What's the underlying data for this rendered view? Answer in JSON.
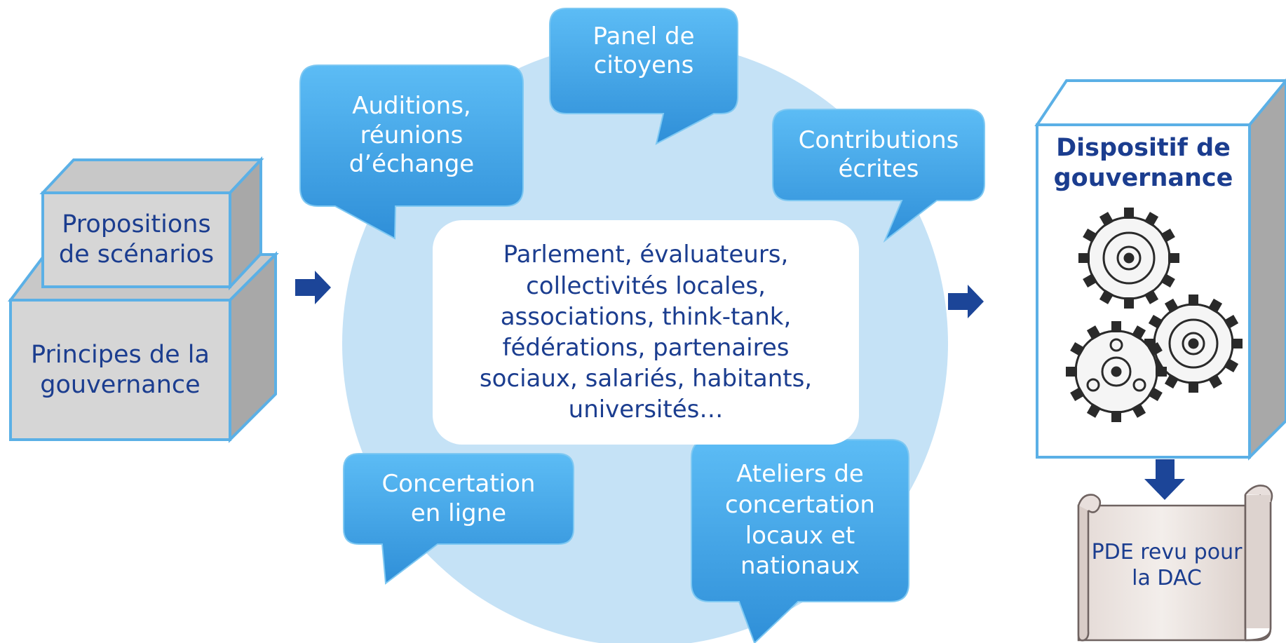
{
  "colors": {
    "circle": "#c5e2f6",
    "bubble_top": "#5cbcf5",
    "bubble_bottom": "#2f8fd8",
    "box_fill": "#d6d6d6",
    "box_side": "#a8a8a8",
    "box_stroke": "#5bb0e6",
    "arrow": "#1c4598",
    "text_dark": "#1b3d8f"
  },
  "left_stack": {
    "top_box": "Propositions\nde scénarios",
    "bottom_box": "Principes de la\ngouvernance"
  },
  "center": {
    "actors": "Parlement, évaluateurs,\ncollectivités locales,\nassociations, think-tank,\nfédérations, partenaires\nsociaux, salariés, habitants,\nuniversités…"
  },
  "bubbles": {
    "panel": "Panel de\ncitoyens",
    "auditions": "Auditions,\nréunions\nd’échange",
    "contributions": "Contributions\nécrites",
    "online": "Concertation\nen ligne",
    "workshops": "Ateliers de\nconcertation\nlocaux et\nnationaux"
  },
  "right_box": {
    "title": "Dispositif de\ngouvernance",
    "image_icon": "gears-icon"
  },
  "scroll": {
    "label": "PDE revu pour\nla DAC"
  }
}
